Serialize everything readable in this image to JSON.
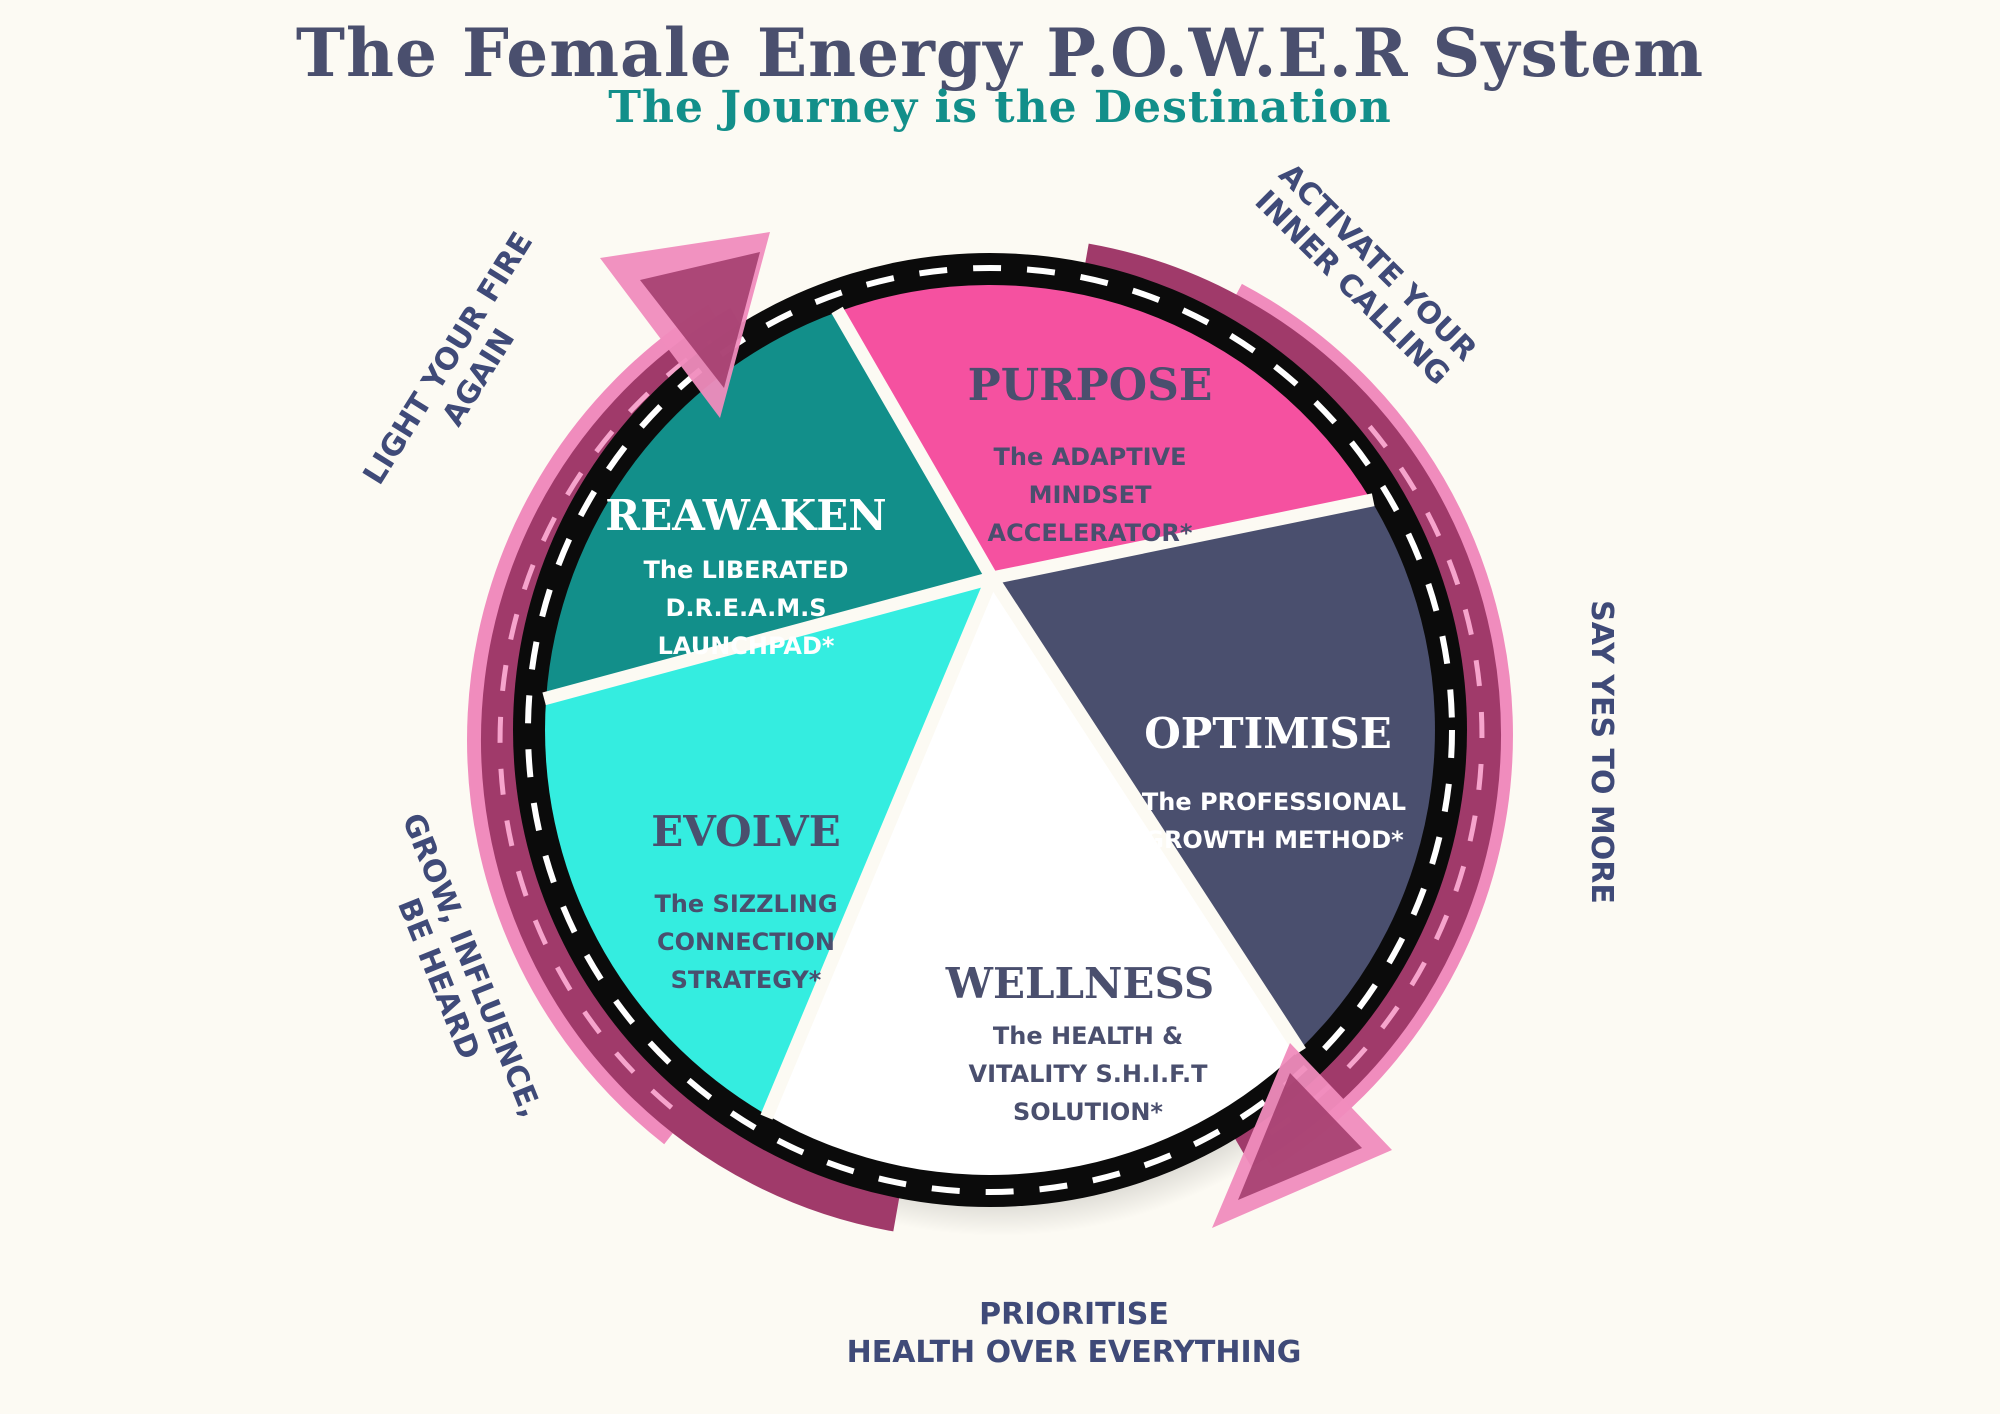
{
  "header": {
    "title": "The Female Energy P.O.W.E.R System",
    "subtitle": "The Journey is the Destination"
  },
  "colors": {
    "background": "#fcfaf3",
    "navy": "#4a4f6e",
    "teal_title": "#128f8a",
    "road": "#0b0b0b",
    "arrow_pink": "#f08cbd",
    "arrow_magenta": "#a03a6a"
  },
  "segments": [
    {
      "key": "purpose",
      "title": "PURPOSE",
      "lines": [
        "The ADAPTIVE",
        "MINDSET",
        "ACCELERATOR*"
      ],
      "fill": "#f551a0",
      "title_color": "#4a4f6e",
      "text_color": "#4a4f6e"
    },
    {
      "key": "optimise",
      "title": "OPTIMISE",
      "lines": [
        "The PROFESSIONAL",
        "GROWTH METHOD*"
      ],
      "fill": "#4a4f6e",
      "title_color": "#ffffff",
      "text_color": "#ffffff"
    },
    {
      "key": "wellness",
      "title": "WELLNESS",
      "lines": [
        "The HEALTH &",
        "VITALITY S.H.I.F.T",
        "SOLUTION*"
      ],
      "fill": "#ffffff",
      "title_color": "#4a4f6e",
      "text_color": "#4a4f6e"
    },
    {
      "key": "evolve",
      "title": "EVOLVE",
      "lines": [
        "The SIZZLING",
        "CONNECTION",
        "STRATEGY*"
      ],
      "fill": "#34ede0",
      "title_color": "#4a4f6e",
      "text_color": "#4a4f6e"
    },
    {
      "key": "reawaken",
      "title": "REAWAKEN",
      "lines": [
        "The LIBERATED",
        "D.R.E.A.M.S",
        "LAUNCHPAD*"
      ],
      "fill": "#128f8a",
      "title_color": "#ffffff",
      "text_color": "#ffffff"
    }
  ],
  "outer_labels": {
    "activate": [
      "ACTIVATE YOUR",
      "INNER CALLING"
    ],
    "say_yes": [
      "SAY YES TO MORE"
    ],
    "prioritise": [
      "PRIORITISE",
      "HEALTH OVER EVERYTHING"
    ],
    "grow": [
      "GROW, INFLUENCE,",
      "BE HEARD"
    ],
    "light": [
      "LIGHT YOUR FIRE",
      "AGAIN"
    ]
  }
}
